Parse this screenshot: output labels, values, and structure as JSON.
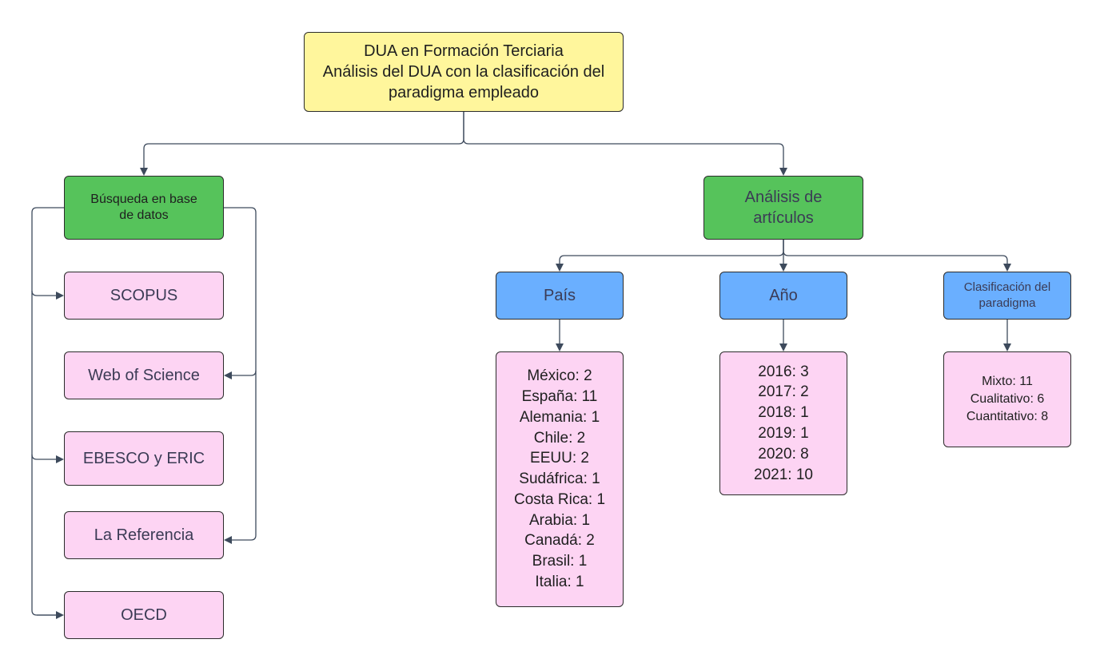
{
  "colors": {
    "root": "#fff69c",
    "category": "#56c35b",
    "subcategory": "#6aafff",
    "leaf": "#fdd4f3",
    "connector": "#3d4a5c"
  },
  "root": {
    "line1": "DUA en Formación Terciaria",
    "line2": "Análisis del DUA con la clasificación del",
    "line3": "paradigma empleado"
  },
  "busqueda": {
    "label": "Búsqueda en base\nde datos",
    "databases": [
      "SCOPUS",
      "Web of Science",
      "EBESCO y ERIC",
      "La Referencia",
      "OECD"
    ]
  },
  "analisis": {
    "label": "Análisis de\nartículos",
    "pais": {
      "label": "País",
      "items": [
        "México: 2",
        "España: 11",
        "Alemania: 1",
        "Chile: 2",
        "EEUU: 2",
        "Sudáfrica: 1",
        "Costa Rica: 1",
        "Arabia: 1",
        "Canadá: 2",
        "Brasil: 1",
        "Italia: 1"
      ]
    },
    "anio": {
      "label": "Año",
      "items": [
        "2016: 3",
        "2017: 2",
        "2018: 1",
        "2019: 1",
        "2020: 8",
        "2021: 10"
      ]
    },
    "clasificacion": {
      "label": "Clasificación del\nparadigma",
      "items": [
        "Mixto: 11",
        "Cualitativo: 6",
        "Cuantitativo: 8"
      ]
    }
  }
}
